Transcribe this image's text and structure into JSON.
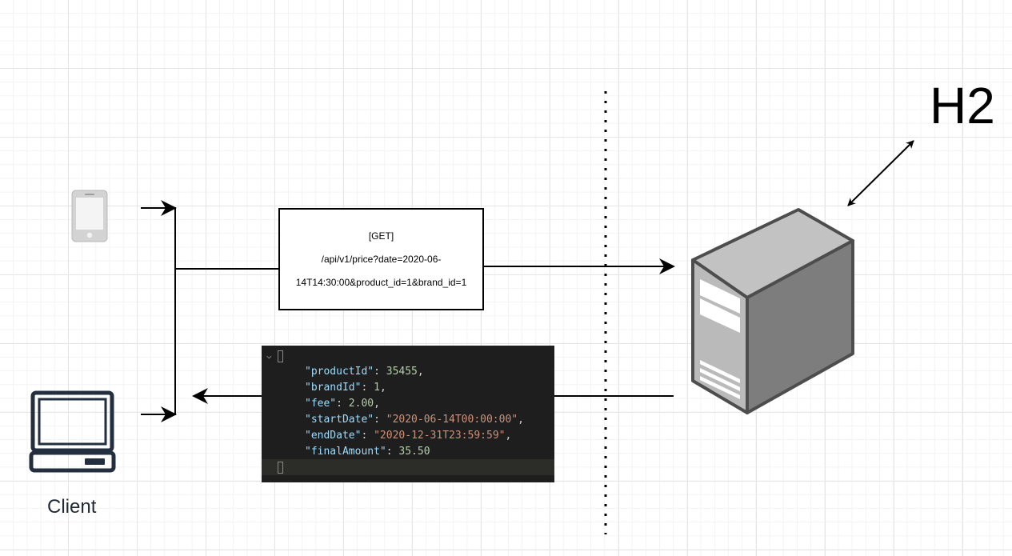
{
  "request": {
    "method": "[GET]",
    "path_line1": "/api/v1/price?date=2020-06-",
    "path_line2": "14T14:30:00&product_id=1&brand_id=1"
  },
  "response": {
    "fields": [
      {
        "key": "\"productId\"",
        "value": "35455",
        "type": "number",
        "comma": ","
      },
      {
        "key": "\"brandId\"",
        "value": "1",
        "type": "number",
        "comma": ","
      },
      {
        "key": "\"fee\"",
        "value": "2.00",
        "type": "number",
        "comma": ","
      },
      {
        "key": "\"startDate\"",
        "value": "\"2020-06-14T00:00:00\"",
        "type": "string",
        "comma": ","
      },
      {
        "key": "\"endDate\"",
        "value": "\"2020-12-31T23:59:59\"",
        "type": "string",
        "comma": ","
      },
      {
        "key": "\"finalAmount\"",
        "value": "35.50",
        "type": "number",
        "comma": ""
      }
    ]
  },
  "labels": {
    "database": "H2",
    "client": "Client"
  },
  "icons": {
    "phone": "phone-icon",
    "laptop": "laptop-icon",
    "server": "server-icon"
  },
  "colors": {
    "json_background": "#1e1e1e",
    "json_key": "#9cdcfe",
    "json_number": "#b5cea8",
    "json_string": "#ce9178"
  }
}
